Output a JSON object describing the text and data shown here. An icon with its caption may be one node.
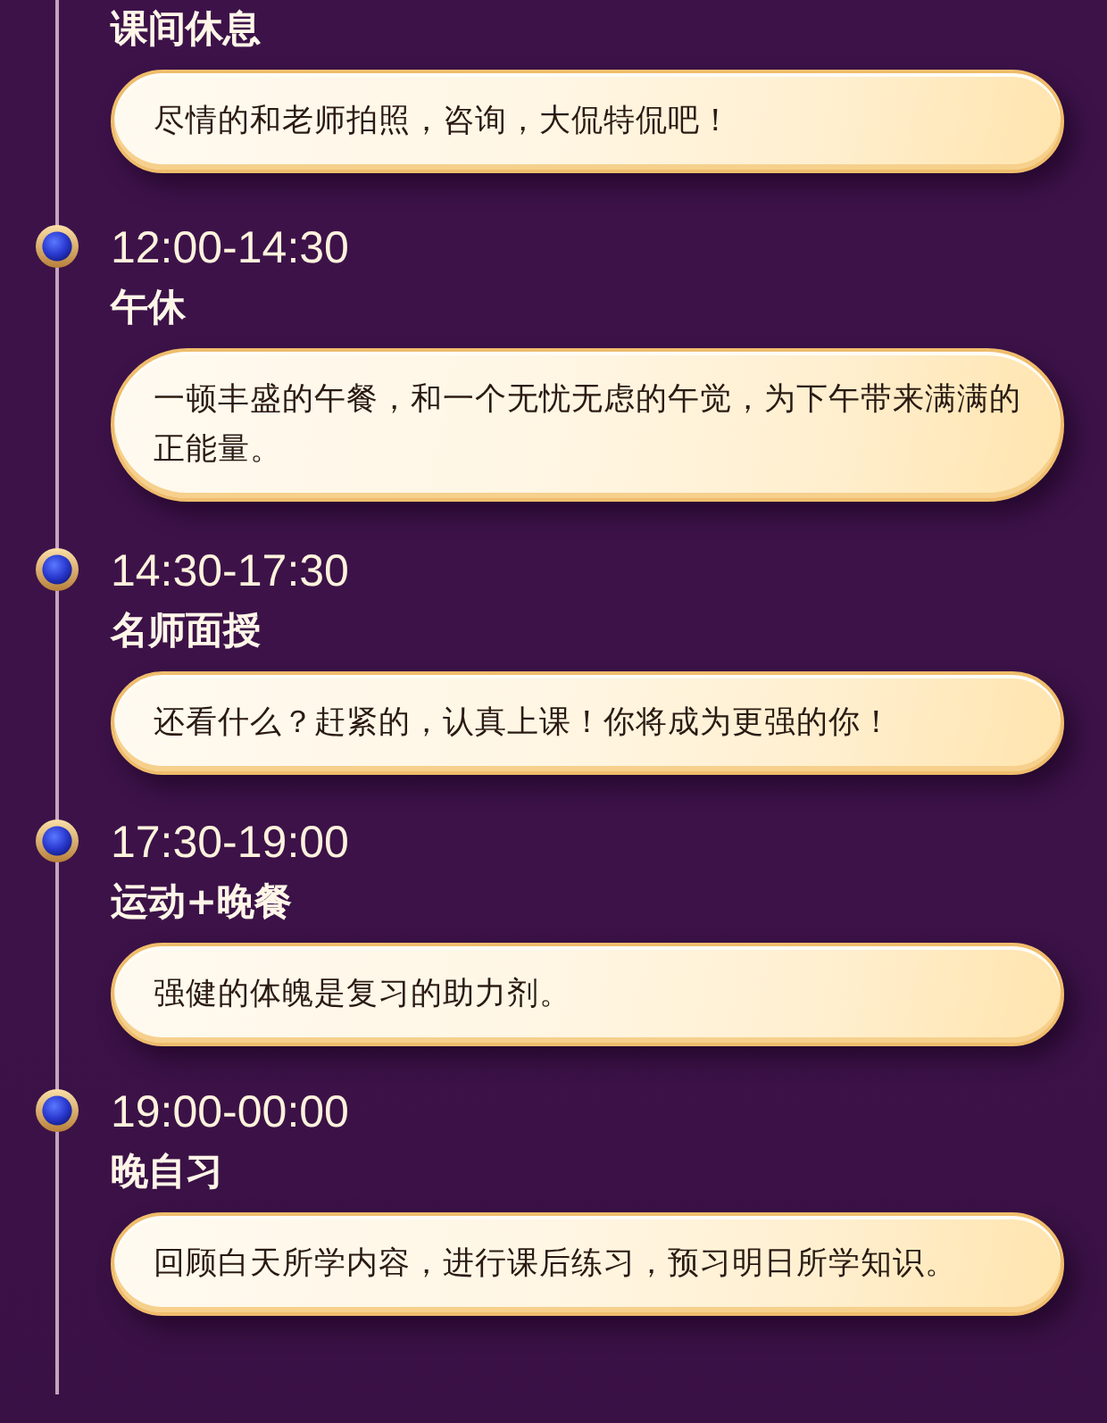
{
  "diagram": {
    "nodes": [
      {
        "text": [
          "课间休息",
          "尽情的和老师拍照，咨询，大侃特侃吧！"
        ]
      },
      {
        "text": [
          "12:00-14:30",
          "午休",
          "一顿丰盛的午餐，和一个无忧无虑的午觉，为下午带来满满的正能量。"
        ]
      },
      {
        "text": [
          "14:30-17:30",
          "名师面授",
          "还看什么？赶紧的，认真上课！你将成为更强的你！"
        ]
      },
      {
        "text": [
          "17:30-19:00",
          "运动+晚餐",
          "强健的体魄是复习的助力剂。"
        ]
      },
      {
        "text": [
          "19:00-00:00",
          "晚自习",
          "回顾白天所学内容，进行课后练习，预习明日所学知识。"
        ]
      }
    ]
  }
}
